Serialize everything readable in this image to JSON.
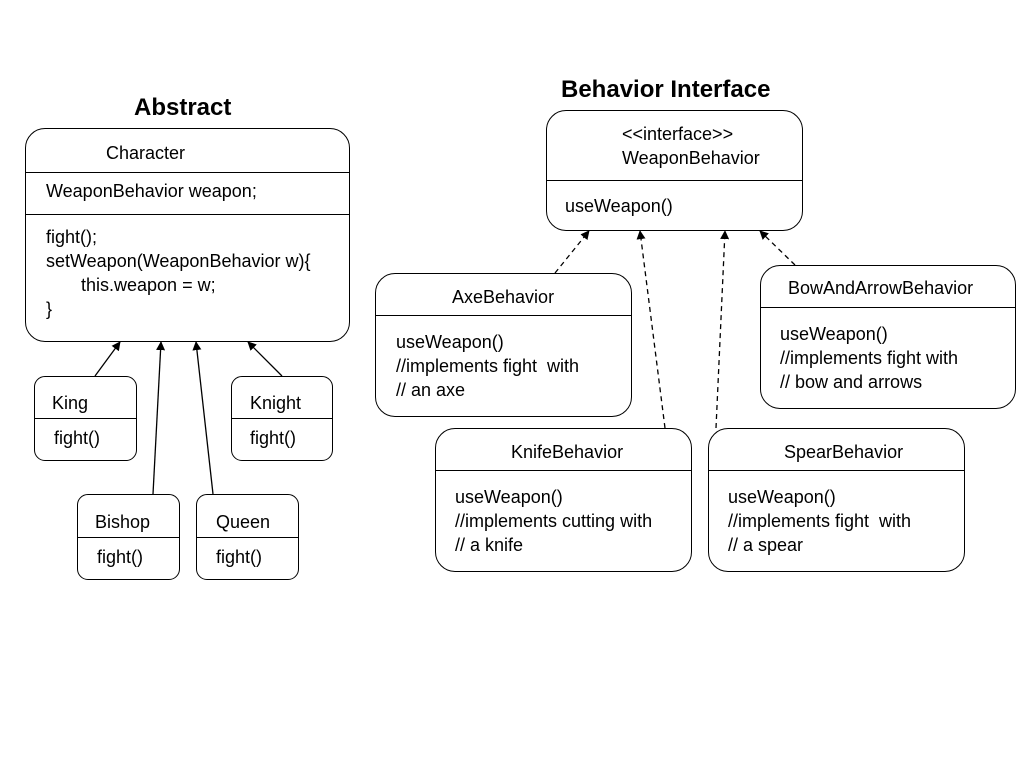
{
  "headings": {
    "abstract": "Abstract",
    "behavior": "Behavior Interface"
  },
  "character": {
    "name": "Character",
    "field": "WeaponBehavior weapon;",
    "methods": [
      "fight();",
      "setWeapon(WeaponBehavior w){",
      "       this.weapon = w;",
      "}"
    ]
  },
  "subclasses": [
    {
      "name": "King",
      "method": "fight()"
    },
    {
      "name": "Knight",
      "method": "fight()"
    },
    {
      "name": "Bishop",
      "method": "fight()"
    },
    {
      "name": "Queen",
      "method": "fight()"
    }
  ],
  "interface": {
    "stereotype": "<<interface>>",
    "name": "WeaponBehavior",
    "method": "useWeapon()"
  },
  "behaviors": [
    {
      "name": "AxeBehavior",
      "lines": [
        "useWeapon()",
        "//implements fight  with",
        "// an axe"
      ]
    },
    {
      "name": "BowAndArrowBehavior",
      "lines": [
        "useWeapon()",
        "//implements fight with",
        "// bow and arrows"
      ]
    },
    {
      "name": "KnifeBehavior",
      "lines": [
        "useWeapon()",
        "//implements cutting with",
        "// a knife"
      ]
    },
    {
      "name": "SpearBehavior",
      "lines": [
        "useWeapon()",
        "//implements fight  with",
        "// a spear"
      ]
    }
  ]
}
